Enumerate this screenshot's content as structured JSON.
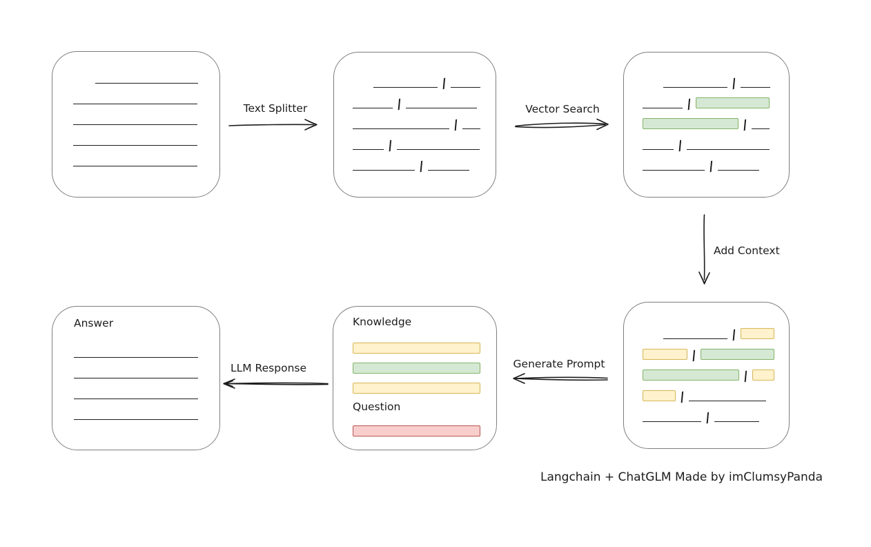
{
  "caption": "Langchain + ChatGLM Made by imClumsyPanda",
  "glyphs": {
    "separator": "/"
  },
  "palette": {
    "ink": "#1c1c1c",
    "box_border": "#7d7d7d",
    "green_fill": "#d5e8d4",
    "green_border": "#82b366",
    "yellow_fill": "#fff2cc",
    "yellow_border": "#d6b656",
    "red_fill": "#f8cecc",
    "red_border": "#b85450"
  },
  "arrows": {
    "text_splitter": {
      "label": "Text Splitter",
      "direction": "right"
    },
    "vector_search": {
      "label": "Vector Search",
      "direction": "right"
    },
    "add_context": {
      "label": "Add Context",
      "direction": "down"
    },
    "generate_prompt": {
      "label": "Generate Prompt",
      "direction": "left"
    },
    "llm_response": {
      "label": "LLM Response",
      "direction": "left"
    }
  },
  "boxes": {
    "document": {
      "rows": [
        {
          "indent": 32,
          "segments": [
            {
              "t": "line",
              "w": 149
            }
          ]
        },
        {
          "segments": [
            {
              "t": "line",
              "w": 180
            }
          ]
        },
        {
          "segments": [
            {
              "t": "line",
              "w": 180
            }
          ]
        },
        {
          "segments": [
            {
              "t": "line",
              "w": 180
            }
          ]
        },
        {
          "segments": [
            {
              "t": "line",
              "w": 180
            }
          ]
        }
      ]
    },
    "split_chunks": {
      "rows": [
        {
          "indent": 30,
          "segments": [
            {
              "t": "line",
              "w": 93
            },
            {
              "t": "line",
              "w": 43
            }
          ]
        },
        {
          "segments": [
            {
              "t": "line",
              "w": 58
            },
            {
              "t": "line",
              "w": 103
            }
          ]
        },
        {
          "segments": [
            {
              "t": "line",
              "w": 140
            },
            {
              "t": "line",
              "w": 26
            }
          ]
        },
        {
          "segments": [
            {
              "t": "line",
              "w": 45
            },
            {
              "t": "line",
              "w": 120
            }
          ]
        },
        {
          "segments": [
            {
              "t": "line",
              "w": 90
            },
            {
              "t": "line",
              "w": 60
            }
          ]
        }
      ]
    },
    "matched_chunks": {
      "rows": [
        {
          "indent": 30,
          "segments": [
            {
              "t": "line",
              "w": 93
            },
            {
              "t": "line",
              "w": 43
            }
          ]
        },
        {
          "segments": [
            {
              "t": "line",
              "w": 58
            },
            {
              "t": "green",
              "w": 105
            }
          ]
        },
        {
          "segments": [
            {
              "t": "green",
              "w": 137
            },
            {
              "t": "line",
              "w": 26
            }
          ]
        },
        {
          "segments": [
            {
              "t": "line",
              "w": 45
            },
            {
              "t": "line",
              "w": 120
            }
          ]
        },
        {
          "segments": [
            {
              "t": "line",
              "w": 90
            },
            {
              "t": "line",
              "w": 60
            }
          ]
        }
      ]
    },
    "context_chunks": {
      "rows": [
        {
          "indent": 30,
          "segments": [
            {
              "t": "line",
              "w": 93
            },
            {
              "t": "yellow",
              "w": 47
            }
          ]
        },
        {
          "segments": [
            {
              "t": "yellow",
              "w": 63
            },
            {
              "t": "green",
              "w": 105
            }
          ]
        },
        {
          "segments": [
            {
              "t": "green",
              "w": 138
            },
            {
              "t": "yellow",
              "w": 30
            }
          ]
        },
        {
          "segments": [
            {
              "t": "yellow",
              "w": 46
            },
            {
              "t": "line",
              "w": 112
            }
          ]
        },
        {
          "segments": [
            {
              "t": "line",
              "w": 85
            },
            {
              "t": "line",
              "w": 65
            }
          ]
        }
      ]
    },
    "prompt": {
      "title": "Knowledge",
      "bars": [
        "yellow",
        "green",
        "yellow"
      ],
      "question_label": "Question",
      "question_bars": [
        "red"
      ]
    },
    "answer": {
      "title": "Answer",
      "rows": [
        {
          "segments": [
            {
              "t": "line",
              "w": 180
            }
          ]
        },
        {
          "segments": [
            {
              "t": "line",
              "w": 180
            }
          ]
        },
        {
          "segments": [
            {
              "t": "line",
              "w": 180
            }
          ]
        },
        {
          "segments": [
            {
              "t": "line",
              "w": 180
            }
          ]
        }
      ]
    }
  }
}
